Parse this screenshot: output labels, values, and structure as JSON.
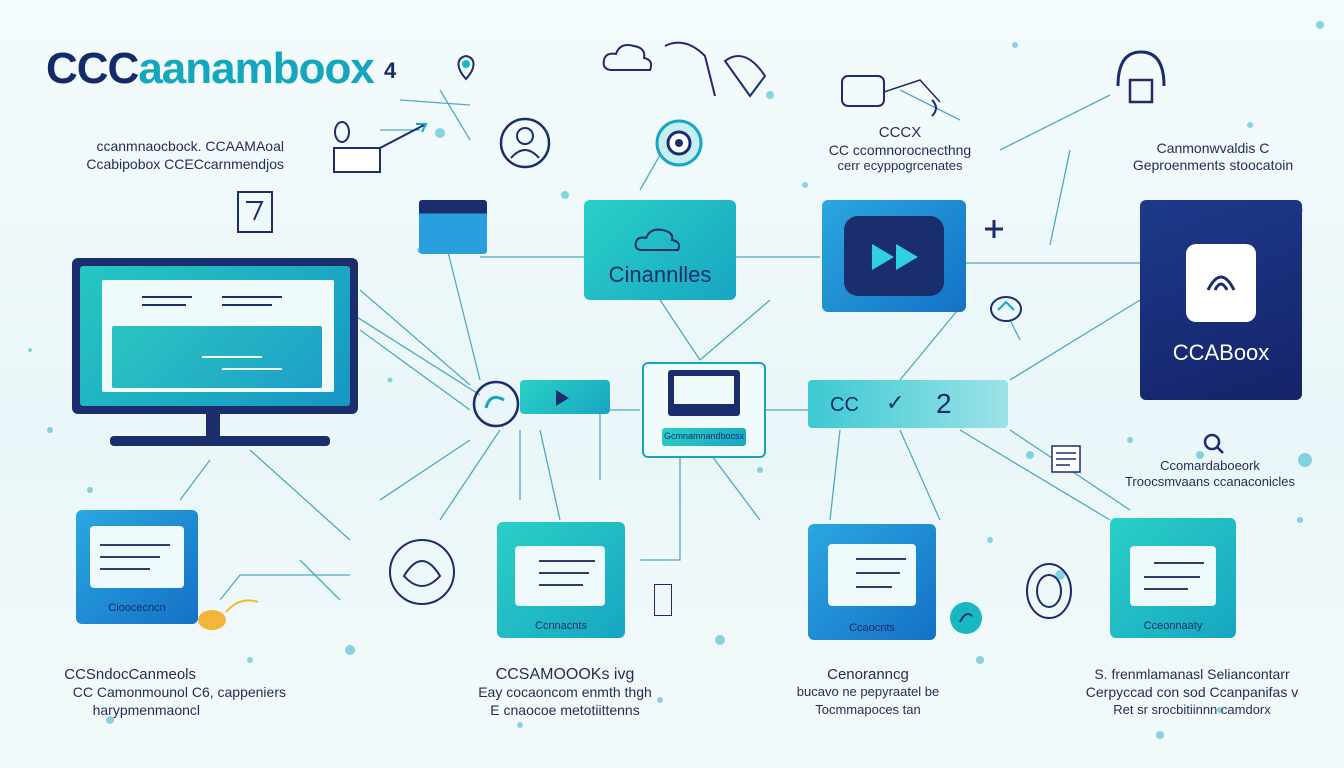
{
  "title": {
    "main": "CCC",
    "accent": "aanamboox",
    "suffix": "4"
  },
  "top_left": {
    "line1": "ccanmnaocbock. CCAAMAoal",
    "line2": "Ccabipobox CCECcarnmendjos"
  },
  "top_middle": {
    "line1": "CCCX",
    "line2": "CC ccomnorocnecthng",
    "line3": "cerr ecyppogrcenates"
  },
  "top_right": {
    "line1": "Canmonwvaldis C",
    "line2": "Geproenments stoocatoin"
  },
  "box_cloud": {
    "label": "Cinannlles"
  },
  "box_navy": {
    "label": "CCABoox"
  },
  "pill_right": {
    "left": "CC",
    "mark": "✓",
    "num": "2"
  },
  "tablet": {
    "label": "Gcmnamnandbocsx"
  },
  "right_mid": {
    "line1": "Ccomardaboeork",
    "line2": "Troocsmvaans ccanaconicles"
  },
  "card1": {
    "label": "Cioocecncn"
  },
  "card2": {
    "label": "Ccnnacnts"
  },
  "card3": {
    "label": "Ccaocnts"
  },
  "card4": {
    "label": "Cceonnaaty"
  },
  "bottom1": {
    "line1": "CCSndocCanmeols",
    "line2": "CC Camonmounol C6, cappeniers",
    "line3": "harypmenmaoncl"
  },
  "bottom2": {
    "line1": "CCSAMOOOKs ivg",
    "line2": "Eay cocaoncom enmth thgh",
    "line3": "E cnaocoe metotiittenns"
  },
  "bottom3": {
    "line1": "Cenoranncg",
    "line2": "bucavo ne pepyraatel be",
    "line3": "Tocmmapoces tan"
  },
  "bottom4": {
    "line1": "S. frenmlamanasl Seliancontarr",
    "line2": "Cerpyccad con sod Ccanpanifas v",
    "line3": "Ret sr srocbitiinnn camdorx"
  },
  "colors": {
    "navy": "#152a6b",
    "teal": "#17b8c3",
    "blue": "#1d7fd0"
  }
}
